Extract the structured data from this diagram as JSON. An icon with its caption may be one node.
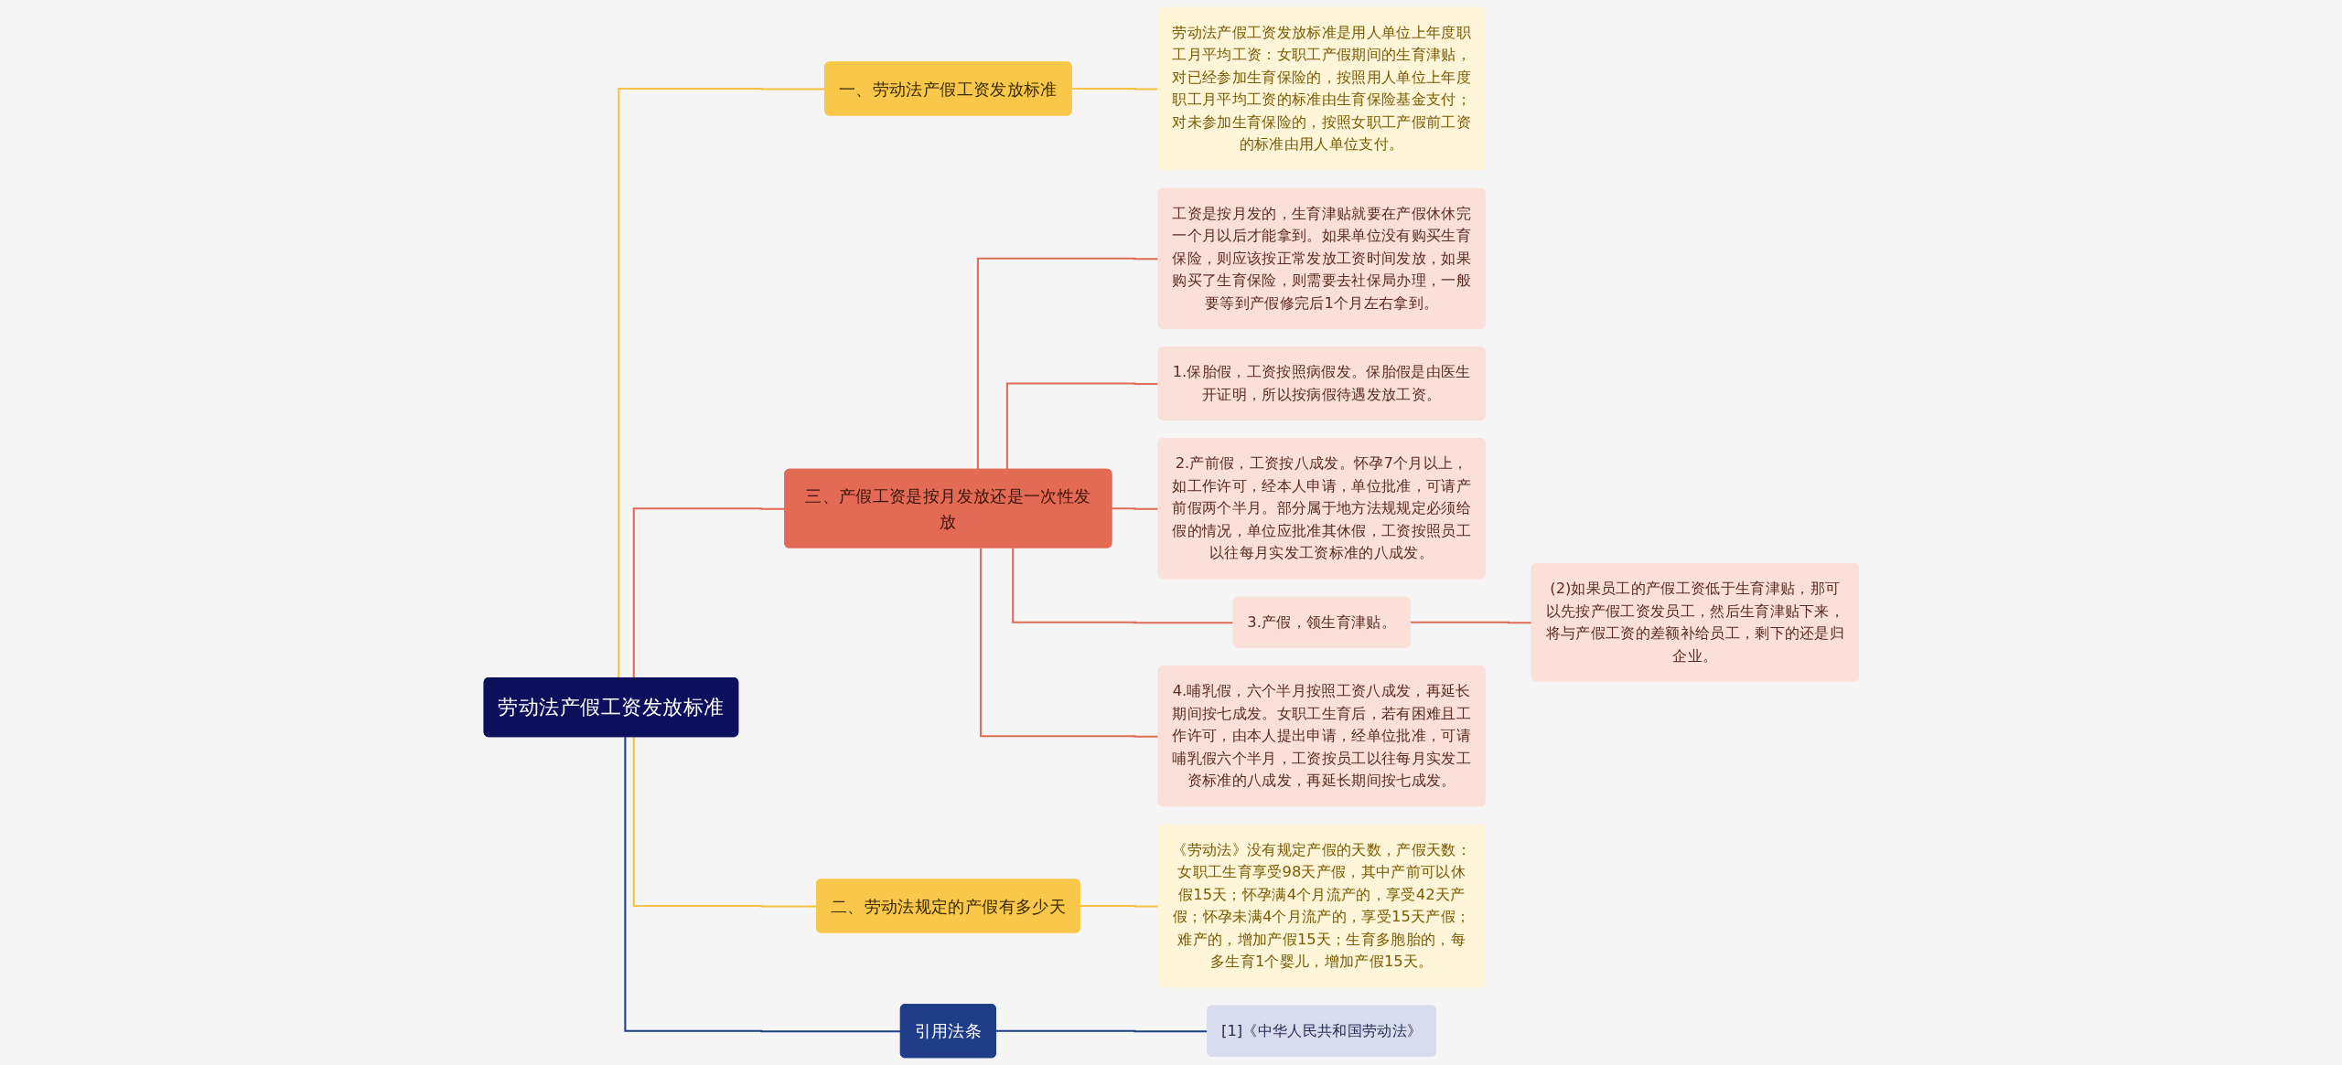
{
  "diagram": {
    "nodes": [
      {
        "text": [
          "劳动法产假工资发放标准"
        ]
      },
      {
        "text": [
          "一、劳动法产假工资发放标准"
        ]
      },
      {
        "text": [
          "劳动法产假工资发放标准是用人单位上年度职工月平均工资：女职工产假期间的生育津贴，对已经参加生育保险的，按照用人单位上年度职工月平均工资的标准由生育保险基金支付；对未参加生育保险的，按照女职工产假前工资的标准由用人单位支付。"
        ]
      },
      {
        "text": [
          "三、产假工资是按月发放还是一次性发放"
        ]
      },
      {
        "text": [
          "工资是按月发的，生育津贴就要在产假休休完一个月以后才能拿到。如果单位没有购买生育保险，则应该按正常发放工资时间发放，如果购买了生育保险，则需要去社保局办理，一般要等到产假修完后1个月左右拿到。"
        ]
      },
      {
        "text": [
          "1.保胎假，工资按照病假发。保胎假是由医生开证明，所以按病假待遇发放工资。"
        ]
      },
      {
        "text": [
          "2.产前假，工资按八成发。怀孕7个月以上，如工作许可，经本人申请，单位批准，可请产前假两个半月。部分属于地方法规规定必须给假的情况，单位应批准其休假，工资按照员工以往每月实发工资标准的八成发。"
        ]
      },
      {
        "text": [
          "3.产假，领生育津贴。"
        ]
      },
      {
        "text": [
          "(2)如果员工的产假工资低于生育津贴，那可以先按产假工资发员工，然后生育津贴下来，将与产假工资的差额补给员工，剩下的还是归企业。"
        ]
      },
      {
        "text": [
          "4.哺乳假，六个半月按照工资八成发，再延长期间按七成发。女职工生育后，若有困难且工作许可，由本人提出申请，经单位批准，可请哺乳假六个半月，工资按员工以往每月实发工资标准的八成发，再延长期间按七成发。"
        ]
      },
      {
        "text": [
          "二、劳动法规定的产假有多少天"
        ]
      },
      {
        "text": [
          "《劳动法》没有规定产假的天数，产假天数：女职工生育享受98天产假，其中产前可以休假15天；怀孕满4个月流产的，享受42天产假；怀孕未满4个月流产的，享受15天产假；难产的，增加产假15天；生育多胞胎的，每多生育1个婴儿，增加产假15天。"
        ]
      },
      {
        "text": [
          "引用法条"
        ]
      },
      {
        "text": [
          "[1]《中华人民共和国劳动法》"
        ]
      }
    ],
    "edges": [
      {
        "from": 0,
        "to": 1,
        "arrow": "none",
        "color": "#f5c242"
      },
      {
        "from": 1,
        "to": 2,
        "arrow": "none",
        "color": "#f5c242"
      },
      {
        "from": 0,
        "to": 3,
        "arrow": "none"
      },
      {
        "from": 3,
        "to": 4,
        "arrow": "none"
      },
      {
        "from": 3,
        "to": 5,
        "arrow": "none"
      },
      {
        "from": 3,
        "to": 6,
        "arrow": "none"
      },
      {
        "from": 3,
        "to": 7,
        "arrow": "none"
      },
      {
        "from": 7,
        "to": 8,
        "arrow": "none"
      },
      {
        "from": 3,
        "to": 9,
        "arrow": "none"
      },
      {
        "from": 0,
        "to": 10,
        "arrow": "none",
        "color": "#f5c242"
      },
      {
        "from": 10,
        "to": 11,
        "arrow": "none",
        "color": "#f5c242"
      },
      {
        "from": 0,
        "to": 12,
        "arrow": "none",
        "color": "#1f3c88"
      },
      {
        "from": 12,
        "to": 13,
        "arrow": "none",
        "color": "#1f3c88"
      }
    ]
  }
}
